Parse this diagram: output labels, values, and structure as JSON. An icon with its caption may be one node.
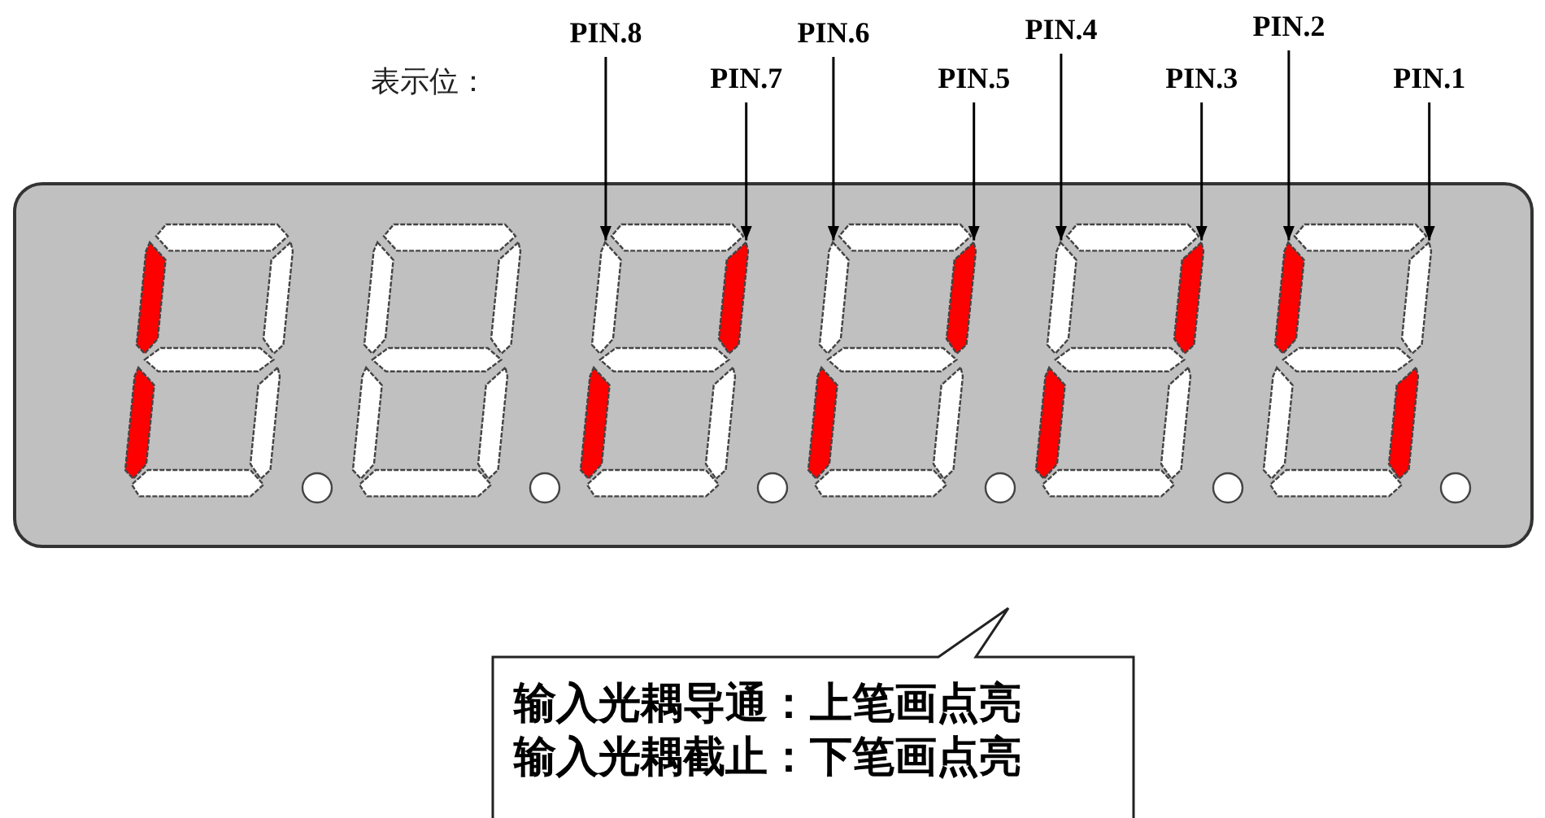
{
  "diagram": {
    "nodes": [
      {
        "text": [],
        "shape": "box"
      },
      {
        "text": [
          "PIN.8"
        ]
      },
      {
        "text": [
          "PIN.7"
        ]
      },
      {
        "text": [
          "PIN.6"
        ]
      },
      {
        "text": [
          "PIN.5"
        ]
      },
      {
        "text": [
          "PIN.4"
        ]
      },
      {
        "text": [
          "PIN.3"
        ]
      },
      {
        "text": [
          "PIN.2"
        ]
      },
      {
        "text": [
          "PIN.1"
        ]
      },
      {
        "text": [],
        "shape": "bar",
        "in": 0
      },
      {
        "text": [],
        "shape": "bar",
        "in": 0
      },
      {
        "text": [],
        "shape": "bar",
        "in": 0
      },
      {
        "text": [],
        "shape": "bar",
        "in": 0
      },
      {
        "text": [],
        "shape": "bar",
        "in": 0
      },
      {
        "text": [],
        "shape": "bar",
        "in": 0
      },
      {
        "text": [],
        "shape": "bar",
        "in": 0
      },
      {
        "text": [],
        "shape": "bar",
        "in": 0
      },
      {
        "text": [],
        "shape": "bar",
        "in": 0
      },
      {
        "text": [],
        "shape": "bar",
        "in": 0
      },
      {
        "text": [],
        "shape": "bar",
        "in": 0
      },
      {
        "text": [],
        "shape": "bar",
        "in": 0
      },
      {
        "text": [],
        "shape": "bar",
        "in": 0
      },
      {
        "text": [],
        "shape": "bar",
        "in": 0
      },
      {
        "text": [],
        "shape": "bar",
        "in": 0
      },
      {
        "text": [],
        "shape": "bar",
        "in": 0
      },
      {
        "text": [],
        "shape": "bar",
        "in": 0
      },
      {
        "text": [],
        "shape": "bar",
        "in": 0
      },
      {
        "text": [],
        "shape": "bar",
        "in": 0
      },
      {
        "text": [],
        "shape": "bar",
        "in": 0
      },
      {
        "text": [],
        "shape": "bar",
        "in": 0
      },
      {
        "text": [],
        "shape": "bar",
        "in": 0
      },
      {
        "text": [],
        "shape": "bar",
        "in": 0
      },
      {
        "text": [],
        "shape": "bar",
        "in": 0
      },
      {
        "text": [],
        "shape": "bar",
        "in": 0
      },
      {
        "text": [],
        "shape": "bar",
        "in": 0
      },
      {
        "text": [],
        "shape": "bar",
        "in": 0
      },
      {
        "text": [],
        "shape": "bar",
        "in": 0
      },
      {
        "text": [],
        "shape": "bar",
        "in": 0
      },
      {
        "text": [],
        "shape": "bar",
        "in": 0
      },
      {
        "text": [],
        "shape": "bar",
        "in": 0
      },
      {
        "text": [],
        "shape": "bar",
        "in": 0
      },
      {
        "text": [],
        "shape": "bar",
        "in": 0
      },
      {
        "text": [],
        "shape": "bar",
        "in": 0
      },
      {
        "text": [],
        "shape": "bar",
        "in": 0
      },
      {
        "text": [],
        "shape": "bar",
        "in": 0
      },
      {
        "text": [],
        "shape": "bar",
        "in": 0
      },
      {
        "text": [],
        "shape": "bar",
        "in": 0
      },
      {
        "text": [],
        "shape": "bar",
        "in": 0
      },
      {
        "text": [],
        "shape": "bar",
        "in": 0
      },
      {
        "text": [],
        "shape": "bar",
        "in": 0
      },
      {
        "text": [],
        "shape": "bar",
        "in": 0
      },
      {
        "text": [
          "输入光耦导通：上笔画点亮",
          "输入光耦截止：下笔画点亮"
        ]
      }
    ],
    "edges": [
      {
        "from": 1,
        "to": 24,
        "arrow": "to"
      },
      {
        "from": 2,
        "to": 25,
        "arrow": "to"
      },
      {
        "from": 3,
        "to": 31,
        "arrow": "to"
      },
      {
        "from": 4,
        "to": 32,
        "arrow": "to"
      },
      {
        "from": 5,
        "to": 38,
        "arrow": "to"
      },
      {
        "from": 6,
        "to": 39,
        "arrow": "to"
      },
      {
        "from": 7,
        "to": 45,
        "arrow": "to"
      },
      {
        "from": 8,
        "to": 46,
        "arrow": "to"
      }
    ],
    "labels": [
      "表示位："
    ]
  }
}
